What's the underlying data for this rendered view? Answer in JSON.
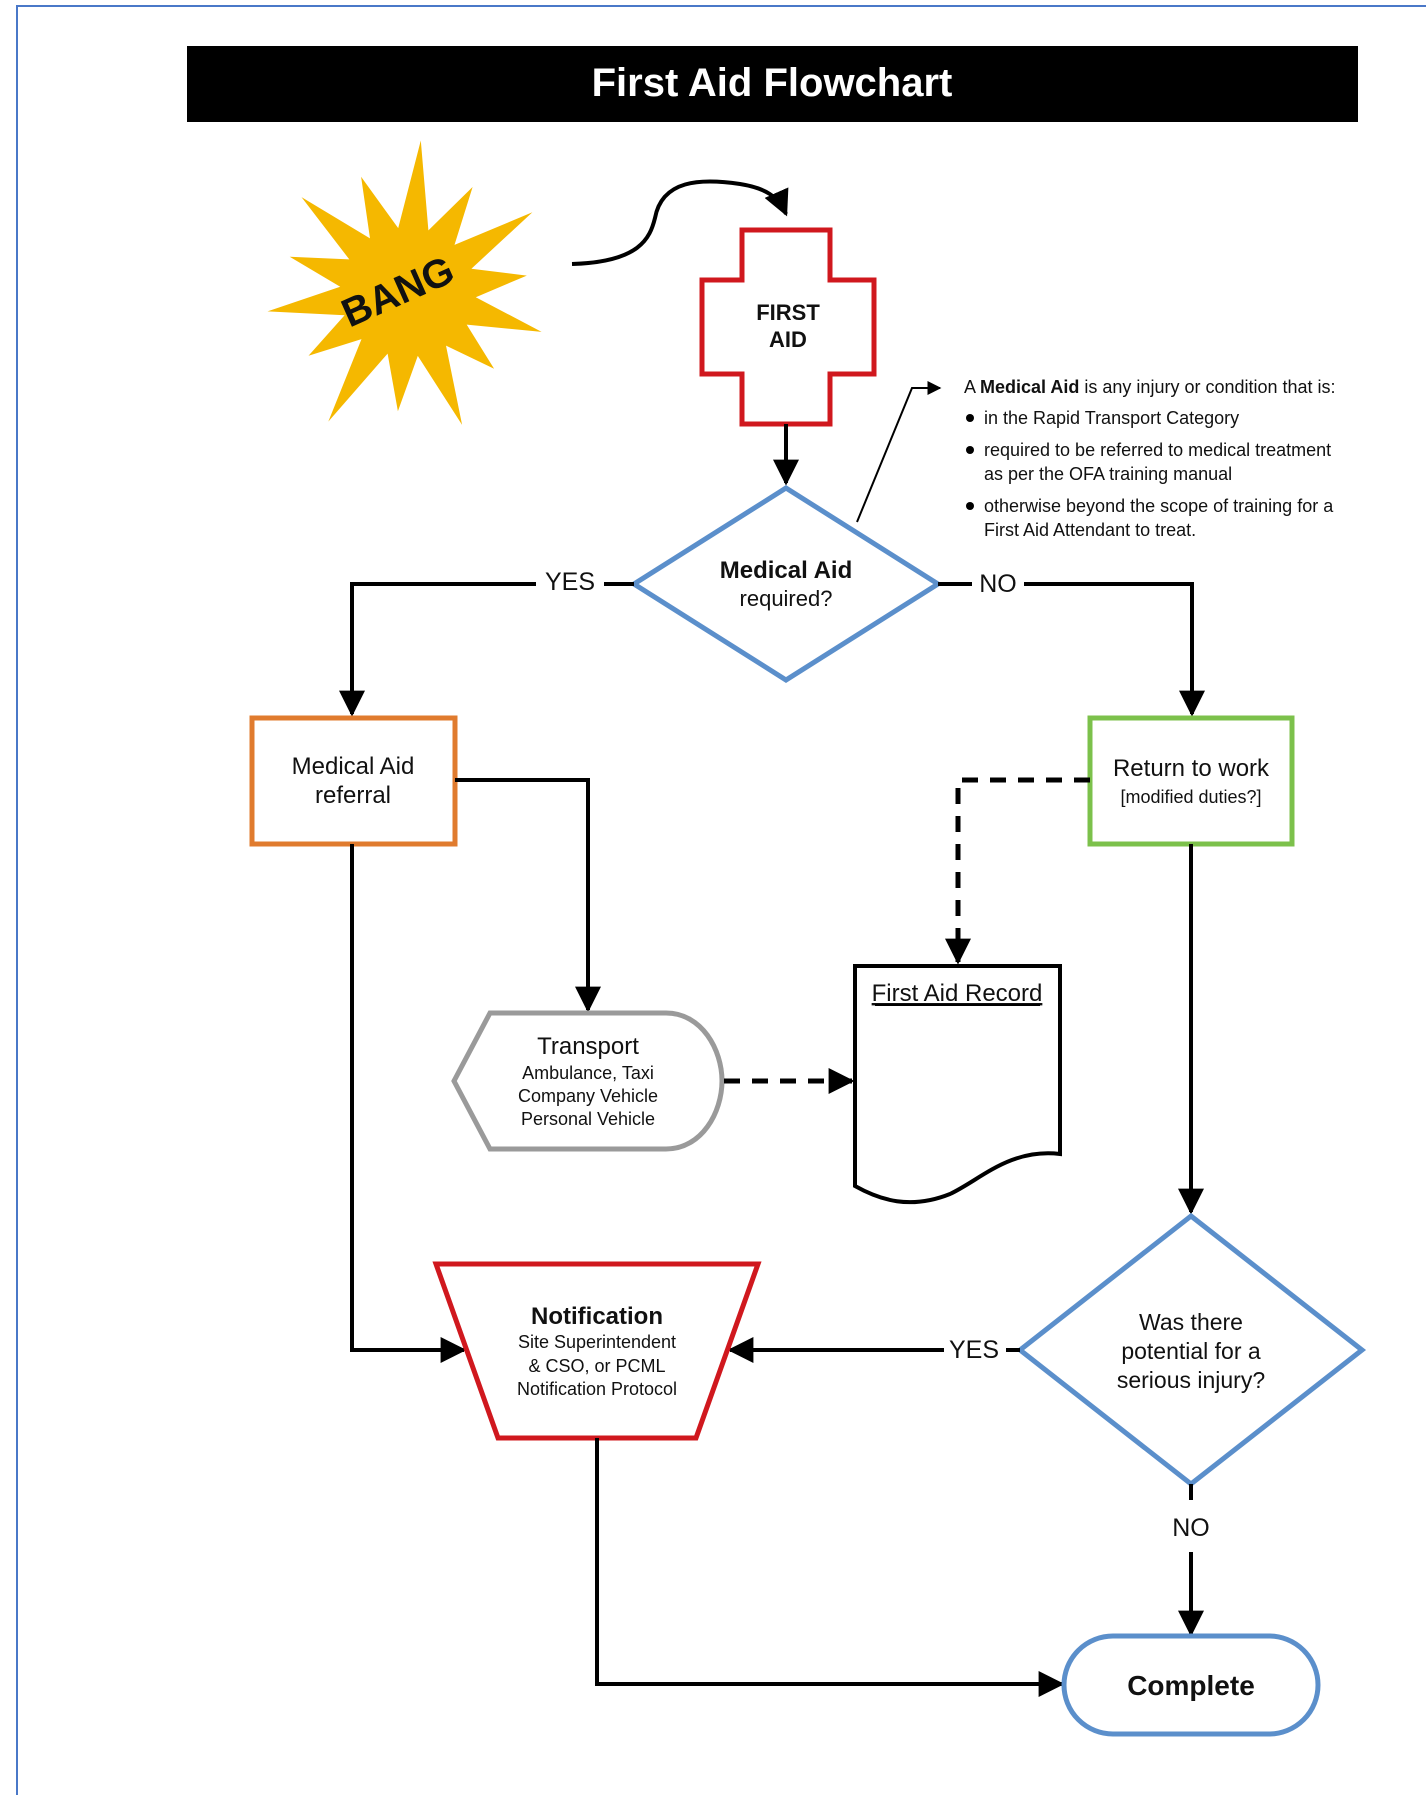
{
  "header": {
    "title": "First Aid Flowchart"
  },
  "start": {
    "label": "BANG"
  },
  "first_aid": {
    "line1": "FIRST",
    "line2": "AID"
  },
  "decision_medical": {
    "line1": "Medical Aid",
    "line2": "required?"
  },
  "definition_note": {
    "intro_prefix": "A",
    "intro_bold": "Medical Aid",
    "intro_suffix": "is any injury or condition that is:",
    "bullets": [
      {
        "line1": "in the Rapid Transport Category",
        "line2": ""
      },
      {
        "line1": "required to be referred to medical treatment",
        "line2": "as per the OFA training manual"
      },
      {
        "line1": "otherwise beyond the scope of training for a",
        "line2": "First Aid Attendant to treat."
      }
    ]
  },
  "edge_labels": {
    "yes1": "YES",
    "no1": "NO",
    "yes2": "YES",
    "no2": "NO"
  },
  "medical_referral": {
    "line1": "Medical Aid",
    "line2": "referral"
  },
  "return_to_work": {
    "line1": "Return to work",
    "line2": "[modified duties?]"
  },
  "transport": {
    "title": "Transport",
    "line1": "Ambulance, Taxi",
    "line2": "Company Vehicle",
    "line3": "Personal Vehicle"
  },
  "record": {
    "title": "First Aid Record"
  },
  "decision_injury": {
    "line1": "Was there",
    "line2": "potential for a",
    "line3": "serious injury?"
  },
  "notification": {
    "title": "Notification",
    "line1": "Site Superintendent",
    "line2": "& CSO, or PCML",
    "line3": "Notification Protocol"
  },
  "complete": {
    "label": "Complete"
  },
  "colors": {
    "header_bg": "#000000",
    "burst": "#f5b800",
    "first_aid": "#d0181e",
    "decision": "#5b8fcb",
    "referral": "#e07b2e",
    "return": "#7cc14b",
    "transport": "#9a9a9a",
    "notification": "#d0181e",
    "complete": "#5b8fcb",
    "frame": "#4a78c8"
  }
}
